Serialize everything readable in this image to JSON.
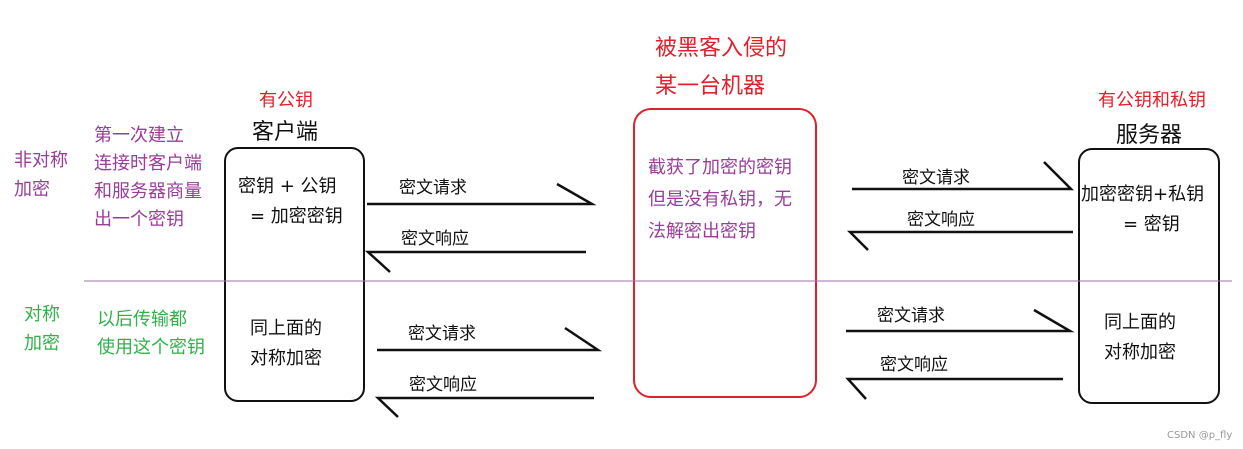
{
  "left_labels": {
    "asymmetric": [
      "非对称",
      "加密"
    ],
    "symmetric": [
      "对称",
      "加密"
    ]
  },
  "first_phase_note": [
    "第一次建立",
    "连接时客户端",
    "和服务器商量",
    "出一个密钥"
  ],
  "later_phase_note": [
    "以后传输都",
    "使用这个密钥"
  ],
  "client": {
    "role": "有公钥",
    "title": "客户端",
    "top_box": [
      "密钥 + 公钥",
      "= 加密密钥"
    ],
    "bottom_box": [
      "同上面的",
      "对称加密"
    ]
  },
  "hacker": {
    "title": [
      "被黑客入侵的",
      "某一台机器"
    ],
    "note": [
      "截获了加密的密钥",
      "但是没有私钥，无",
      "法解密出密钥"
    ]
  },
  "server": {
    "role": "有公钥和私钥",
    "title": "服务器",
    "top_box": [
      "加密密钥+私钥",
      "= 密钥"
    ],
    "bottom_box": [
      "同上面的",
      "对称加密"
    ]
  },
  "arrows": {
    "request": "密文请求",
    "response": "密文响应"
  },
  "watermark": "CSDN @p_fly"
}
